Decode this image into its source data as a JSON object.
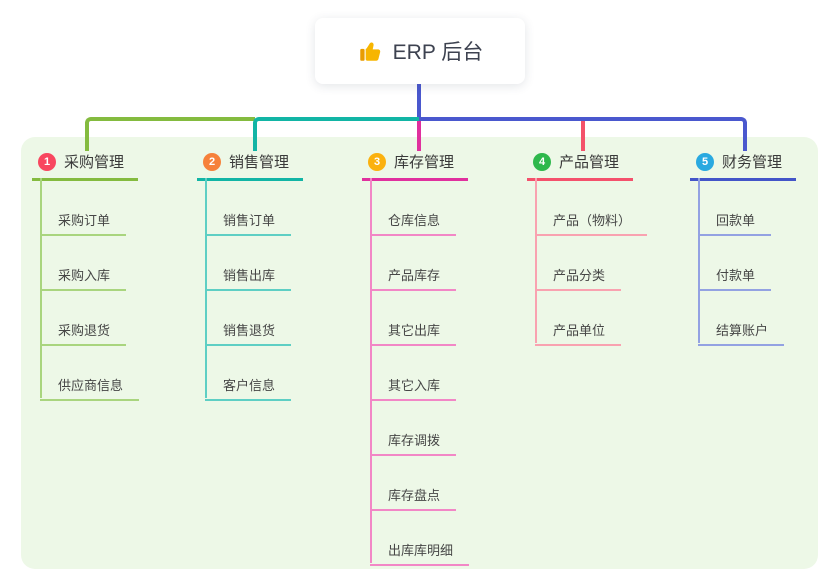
{
  "root": {
    "icon": "thumbs-up",
    "title": "ERP 后台"
  },
  "colors": {
    "canvas_bg": "#ffffff",
    "panel_bg": "#edf8e7",
    "connector": "#4a58ce",
    "text_dark": "#3a3a3a"
  },
  "branches": [
    {
      "num": "1",
      "label": "采购管理",
      "badge_color": "#f8475f",
      "line_color": "#84bb3f",
      "line_light_color": "#a9d57e",
      "children": [
        "采购订单",
        "采购入库",
        "采购退货",
        "供应商信息"
      ]
    },
    {
      "num": "2",
      "label": "销售管理",
      "badge_color": "#f6813a",
      "line_color": "#12b5a5",
      "line_light_color": "#5ecfc4",
      "children": [
        "销售订单",
        "销售出库",
        "销售退货",
        "客户信息"
      ]
    },
    {
      "num": "3",
      "label": "库存管理",
      "badge_color": "#fbb10e",
      "line_color": "#e0309e",
      "line_light_color": "#f287c6",
      "children": [
        "仓库信息",
        "产品库存",
        "其它出库",
        "其它入库",
        "库存调拨",
        "库存盘点",
        "出库库明细"
      ]
    },
    {
      "num": "4",
      "label": "产品管理",
      "badge_color": "#2eb84c",
      "line_color": "#f4516c",
      "line_light_color": "#f9a2b0",
      "children": [
        "产品（物料）",
        "产品分类",
        "产品单位"
      ]
    },
    {
      "num": "5",
      "label": "财务管理",
      "badge_color": "#29a9e0",
      "line_color": "#4355c8",
      "line_light_color": "#93a2e2",
      "children": [
        "回款单",
        "付款单",
        "结算账户"
      ]
    }
  ]
}
